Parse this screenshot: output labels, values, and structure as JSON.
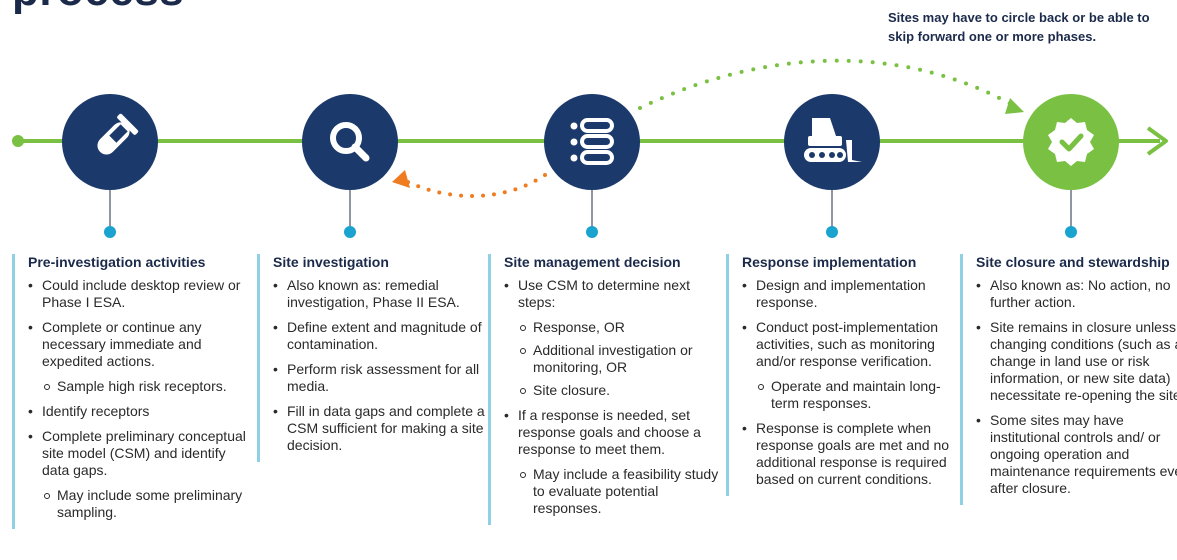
{
  "title": "process",
  "note": "Sites may have to circle back or be able to skip forward one or more phases.",
  "colors": {
    "navy": "#1b3a6b",
    "green": "#7ac143",
    "dot_blue": "#1aa3cf",
    "orange": "#f07c22",
    "rule": "#8fd0e3"
  },
  "phases": [
    {
      "icon": "test-tube-icon",
      "title": "Pre-investigation activities",
      "bullets": [
        {
          "text": "Could include desktop review or Phase I ESA.",
          "sub": []
        },
        {
          "text": "Complete or continue any necessary immediate and expedited actions.",
          "sub": [
            "Sample high risk receptors."
          ]
        },
        {
          "text": "Identify receptors",
          "sub": []
        },
        {
          "text": "Complete preliminary conceptual site model (CSM) and identify data gaps.",
          "sub": [
            "May include some preliminary sampling."
          ]
        }
      ]
    },
    {
      "icon": "magnifier-icon",
      "title": "Site investigation",
      "bullets": [
        {
          "text": "Also known as: remedial investigation, Phase II ESA.",
          "sub": []
        },
        {
          "text": "Define extent and magnitude of contamination.",
          "sub": []
        },
        {
          "text": "Perform risk assessment for all media.",
          "sub": []
        },
        {
          "text": "Fill in data gaps and complete a CSM sufficient for making a site decision.",
          "sub": []
        }
      ]
    },
    {
      "icon": "list-icon",
      "title": "Site management decision",
      "bullets": [
        {
          "text": "Use CSM to determine next steps:",
          "sub": [
            "Response, OR",
            "Additional investigation or monitoring, OR",
            "Site closure."
          ]
        },
        {
          "text": "If a response is needed, set response goals and choose a response to meet them.",
          "sub": [
            "May include a feasibility study to evaluate potential responses."
          ]
        }
      ]
    },
    {
      "icon": "bulldozer-icon",
      "title": "Response implementation",
      "bullets": [
        {
          "text": "Design and implementation response.",
          "sub": []
        },
        {
          "text": "Conduct post-implementation activities, such as monitoring and/or response verification.",
          "sub": [
            "Operate and maintain long-term responses."
          ]
        },
        {
          "text": "Response is complete when response goals are met and no additional response is required based on current conditions.",
          "sub": []
        }
      ]
    },
    {
      "icon": "check-badge-icon",
      "title": "Site closure and stewardship",
      "bullets": [
        {
          "text": "Also known as: No action, no further action.",
          "sub": []
        },
        {
          "text": "Site remains in closure unless changing conditions (such as a change in land use or risk information, or new site data) necessitate re-opening the site.",
          "sub": []
        },
        {
          "text": "Some sites may have institutional controls and/ or ongoing operation and maintenance requirements even after closure.",
          "sub": []
        }
      ]
    }
  ]
}
